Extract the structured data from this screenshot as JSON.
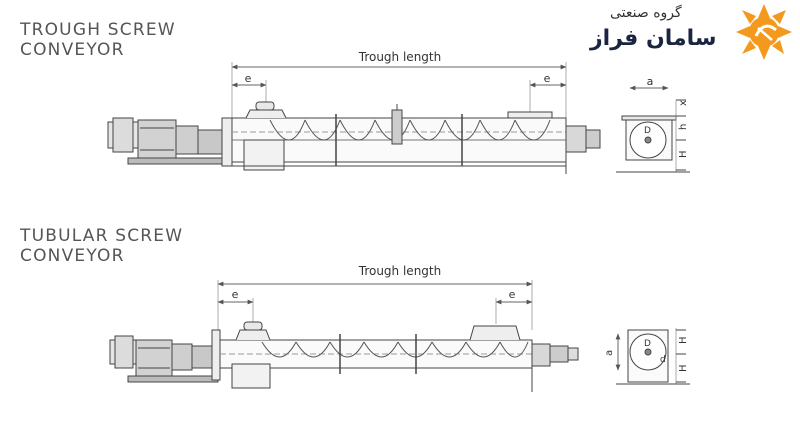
{
  "trough": {
    "title_line1": "TROUGH SCREW",
    "title_line2": "CONVEYOR",
    "length_label": "Trough length",
    "e_left": "e",
    "e_right": "e",
    "dim_a": "a",
    "dim_x": "x",
    "dim_h": "h",
    "dim_H": "H",
    "dim_D": "D"
  },
  "tubular": {
    "title_line1": "TUBULAR SCREW",
    "title_line2": "CONVEYOR",
    "length_label": "Trough length",
    "e_left": "e",
    "e_right": "e",
    "dim_a": "a",
    "dim_d": "d",
    "dim_H_top": "H",
    "dim_H_bottom": "H",
    "dim_D": "D"
  },
  "logo": {
    "tagline": "گروه صنعتی",
    "brand": "سامان فراز",
    "color": "#f39a1e"
  }
}
